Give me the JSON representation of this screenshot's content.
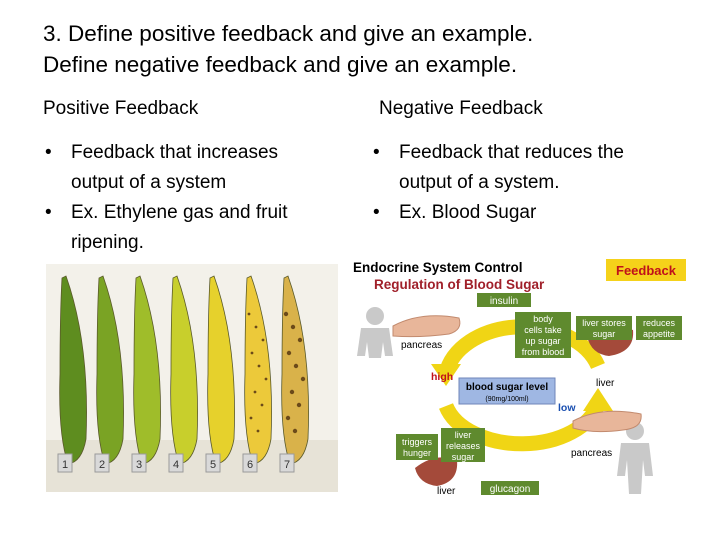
{
  "title": {
    "line1": "3.  Define positive feedback and give an example.",
    "line2": "Define negative feedback and give an example."
  },
  "positive": {
    "heading": "Positive Feedback",
    "bullets": [
      "Feedback that increases output of a system",
      "Ex. Ethylene gas and fruit ripening."
    ]
  },
  "negative": {
    "heading": "Negative Feedback",
    "bullets": [
      "Feedback that reduces the output of a system.",
      "Ex. Blood Sugar"
    ]
  },
  "bananas": {
    "labels": [
      "1",
      "2",
      "3",
      "4",
      "5",
      "6",
      "7"
    ],
    "colors": [
      "#5e8d1f",
      "#7aa324",
      "#9fbd2a",
      "#c8cf2c",
      "#e6d12c",
      "#ecc93a",
      "#d9b24a"
    ]
  },
  "diagram": {
    "title": "Endocrine System Control",
    "subtitle": "Regulation of Blood Sugar",
    "badge": "Feedback",
    "insulin": "insulin",
    "pancreas_top": "pancreas",
    "body_cells": [
      "body",
      "cells take",
      "up sugar",
      "from blood"
    ],
    "liver_stores": [
      "liver stores",
      "sugar"
    ],
    "reduces": [
      "reduces",
      "appetite"
    ],
    "liver_right": "liver",
    "high": "high",
    "level": "blood sugar level",
    "level_value": "(90mg/100ml)",
    "low": "low",
    "triggers": [
      "triggers",
      "hunger"
    ],
    "liver_releases": [
      "liver",
      "releases",
      "sugar"
    ],
    "pancreas_bottom": "pancreas",
    "liver_bottom": "liver",
    "glucagon": "glucagon",
    "colors": {
      "title": "#1a1a1a",
      "subtitle": "#a0202a",
      "badge_bg": "#f5d21a",
      "badge_text": "#c0101a",
      "loop": "#f0d515",
      "green_box": "#5f8a2e",
      "blue_box": "#9fb7e3"
    }
  }
}
